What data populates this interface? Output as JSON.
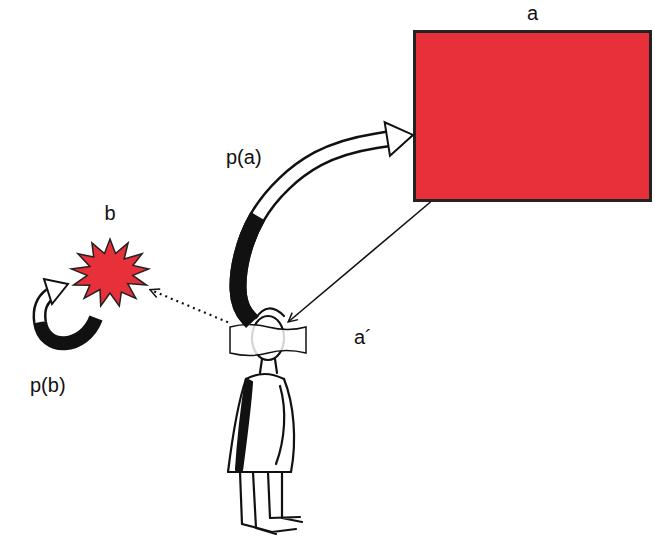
{
  "diagram": {
    "nodes": [
      {
        "text": [
          "a"
        ]
      },
      {
        "text": [
          "b"
        ]
      },
      {
        "text": [
          "a´"
        ]
      }
    ],
    "edges": [
      {
        "from": 0,
        "to": 2,
        "arrow": "to"
      },
      {
        "from": 2,
        "to": 0,
        "arrow": "to",
        "label": "p(a)"
      },
      {
        "from": 2,
        "to": 1,
        "arrow": "to"
      }
    ],
    "labels": [
      "p(b)"
    ]
  }
}
